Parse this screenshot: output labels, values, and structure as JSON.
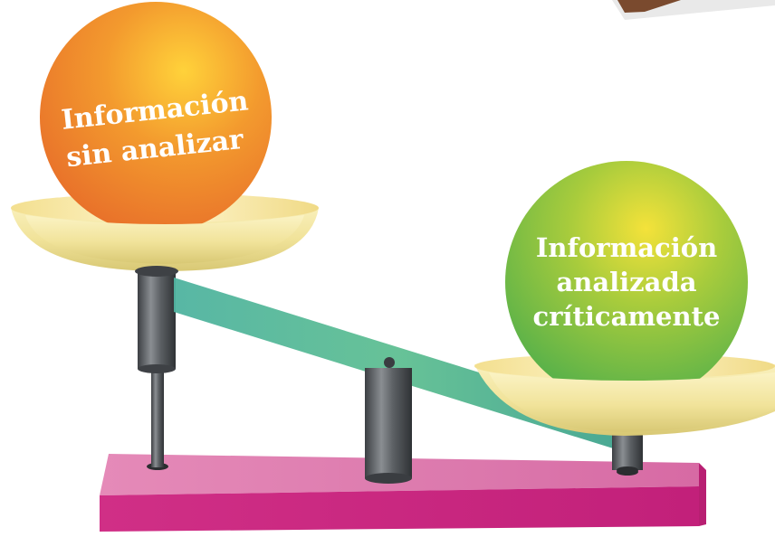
{
  "diagram": {
    "left_ball": {
      "line1": "Información",
      "line2": "sin analizar",
      "color": "#f08a2c"
    },
    "right_ball": {
      "line1": "Información",
      "line2": "analizada",
      "line3": "críticamente",
      "color": "#6cba4a"
    },
    "colors": {
      "base": "#d63c8e",
      "pan": "#f2e7a7",
      "beam": "#58b79b",
      "post": "#565a5e"
    }
  }
}
